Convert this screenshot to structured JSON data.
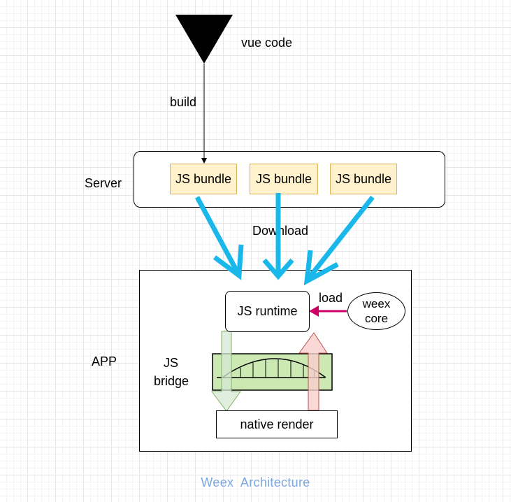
{
  "top": {
    "logo_icon": "vue-logo-icon",
    "vue_code_label": "vue code",
    "build_label": "build"
  },
  "server": {
    "label": "Server",
    "bundles": [
      "JS bundle",
      "JS bundle",
      "JS bundle"
    ]
  },
  "download_label": "Download",
  "app": {
    "label": "APP",
    "js_runtime": "JS runtime",
    "load_label": "load",
    "weex_core": [
      "weex",
      "core"
    ],
    "js_bridge": [
      "JS",
      "bridge"
    ],
    "native_render": "native render"
  },
  "caption": "Weex  Architecture",
  "colors": {
    "download_arrow": "#1ab8ea",
    "load_arrow": "#cc0066",
    "bundle_fill": "#fff2cc",
    "bridge_fill": "#cce8b3",
    "down_arrow_fill": "#d5e8d4",
    "up_arrow_fill": "#f8cecc",
    "caption": "#7ea6e0"
  }
}
